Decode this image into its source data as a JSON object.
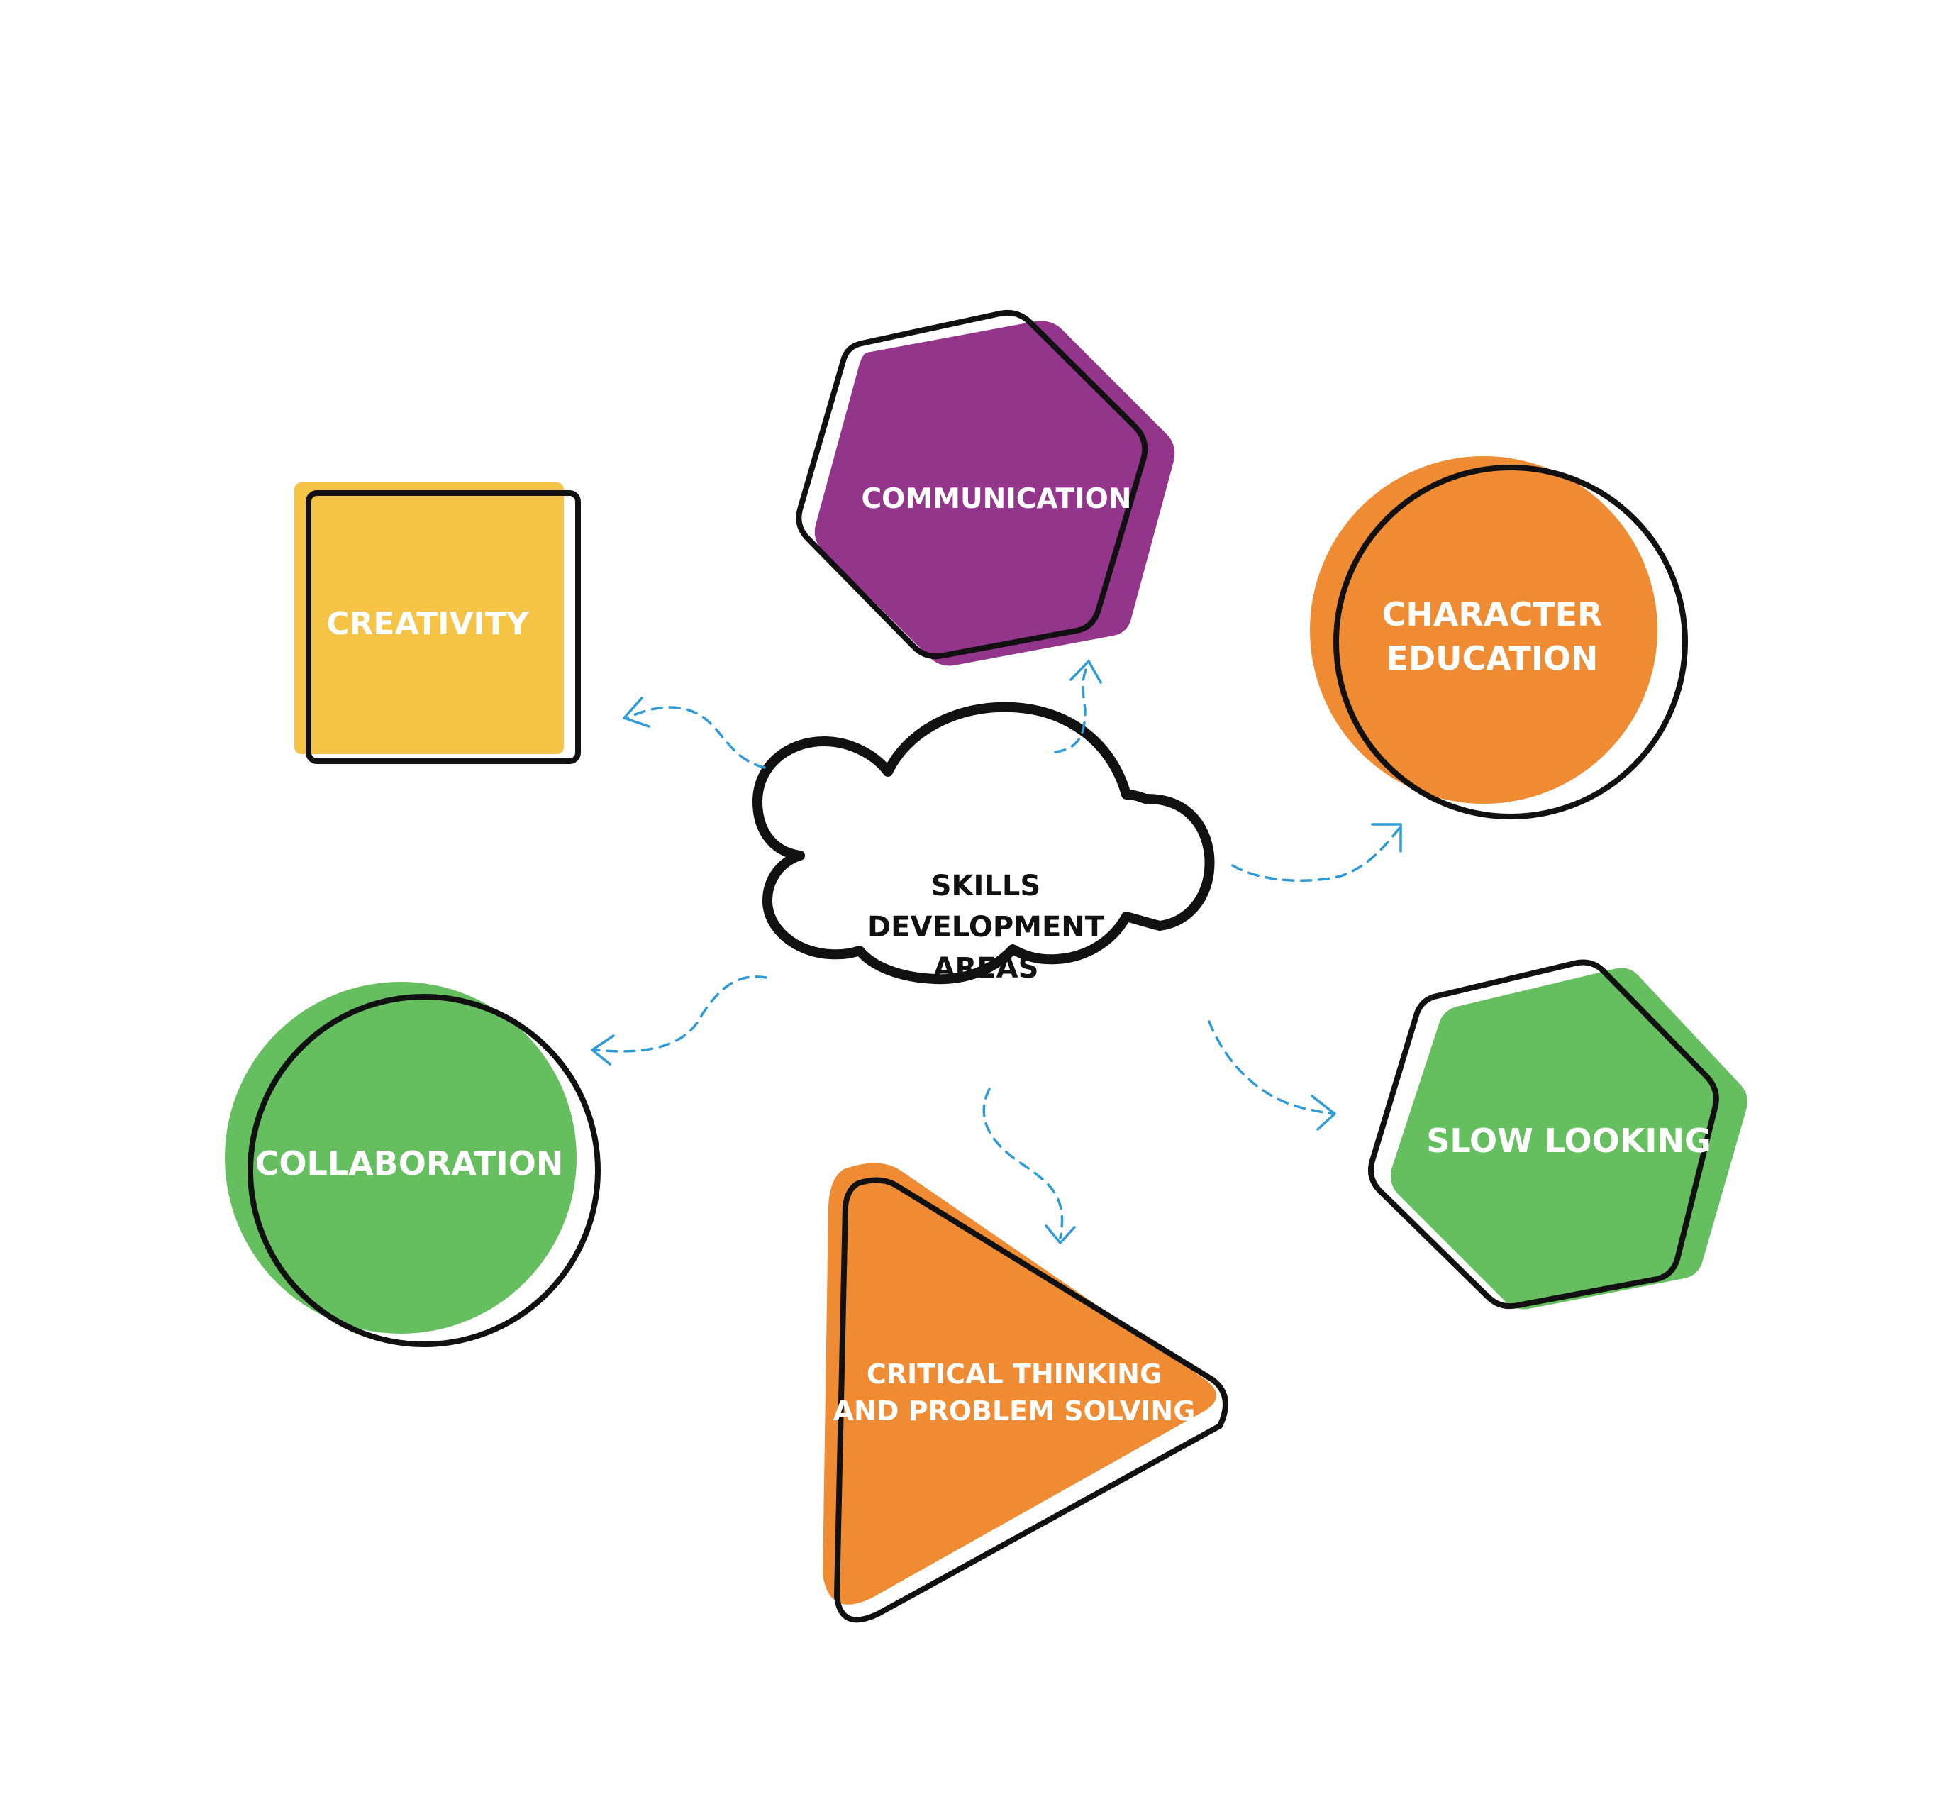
{
  "diagram": {
    "center": {
      "lines": [
        "SKILLS",
        "DEVELOPMENT",
        "AREAS"
      ]
    },
    "nodes": {
      "creativity": {
        "label": "CREATIVITY",
        "shape": "square",
        "color": "#F5C346"
      },
      "communication": {
        "label": "COMMUNICATION",
        "shape": "hexagon",
        "color": "#93358B"
      },
      "character_education": {
        "label_lines": [
          "CHARACTER",
          "EDUCATION"
        ],
        "shape": "circle",
        "color": "#EE8B33"
      },
      "collaboration": {
        "label": "COLLABORATION",
        "shape": "circle",
        "color": "#66BF5F"
      },
      "critical_thinking": {
        "label_lines": [
          "CRITICAL THINKING",
          "AND PROBLEM SOLVING"
        ],
        "shape": "triangle",
        "color": "#EE8B33"
      },
      "slow_looking": {
        "label": "SLOW LOOKING",
        "shape": "hexagon",
        "color": "#66BF5F"
      }
    },
    "colors": {
      "connector": "#2E9BD6",
      "outline": "#111111",
      "background": "#FFFFFF"
    }
  }
}
